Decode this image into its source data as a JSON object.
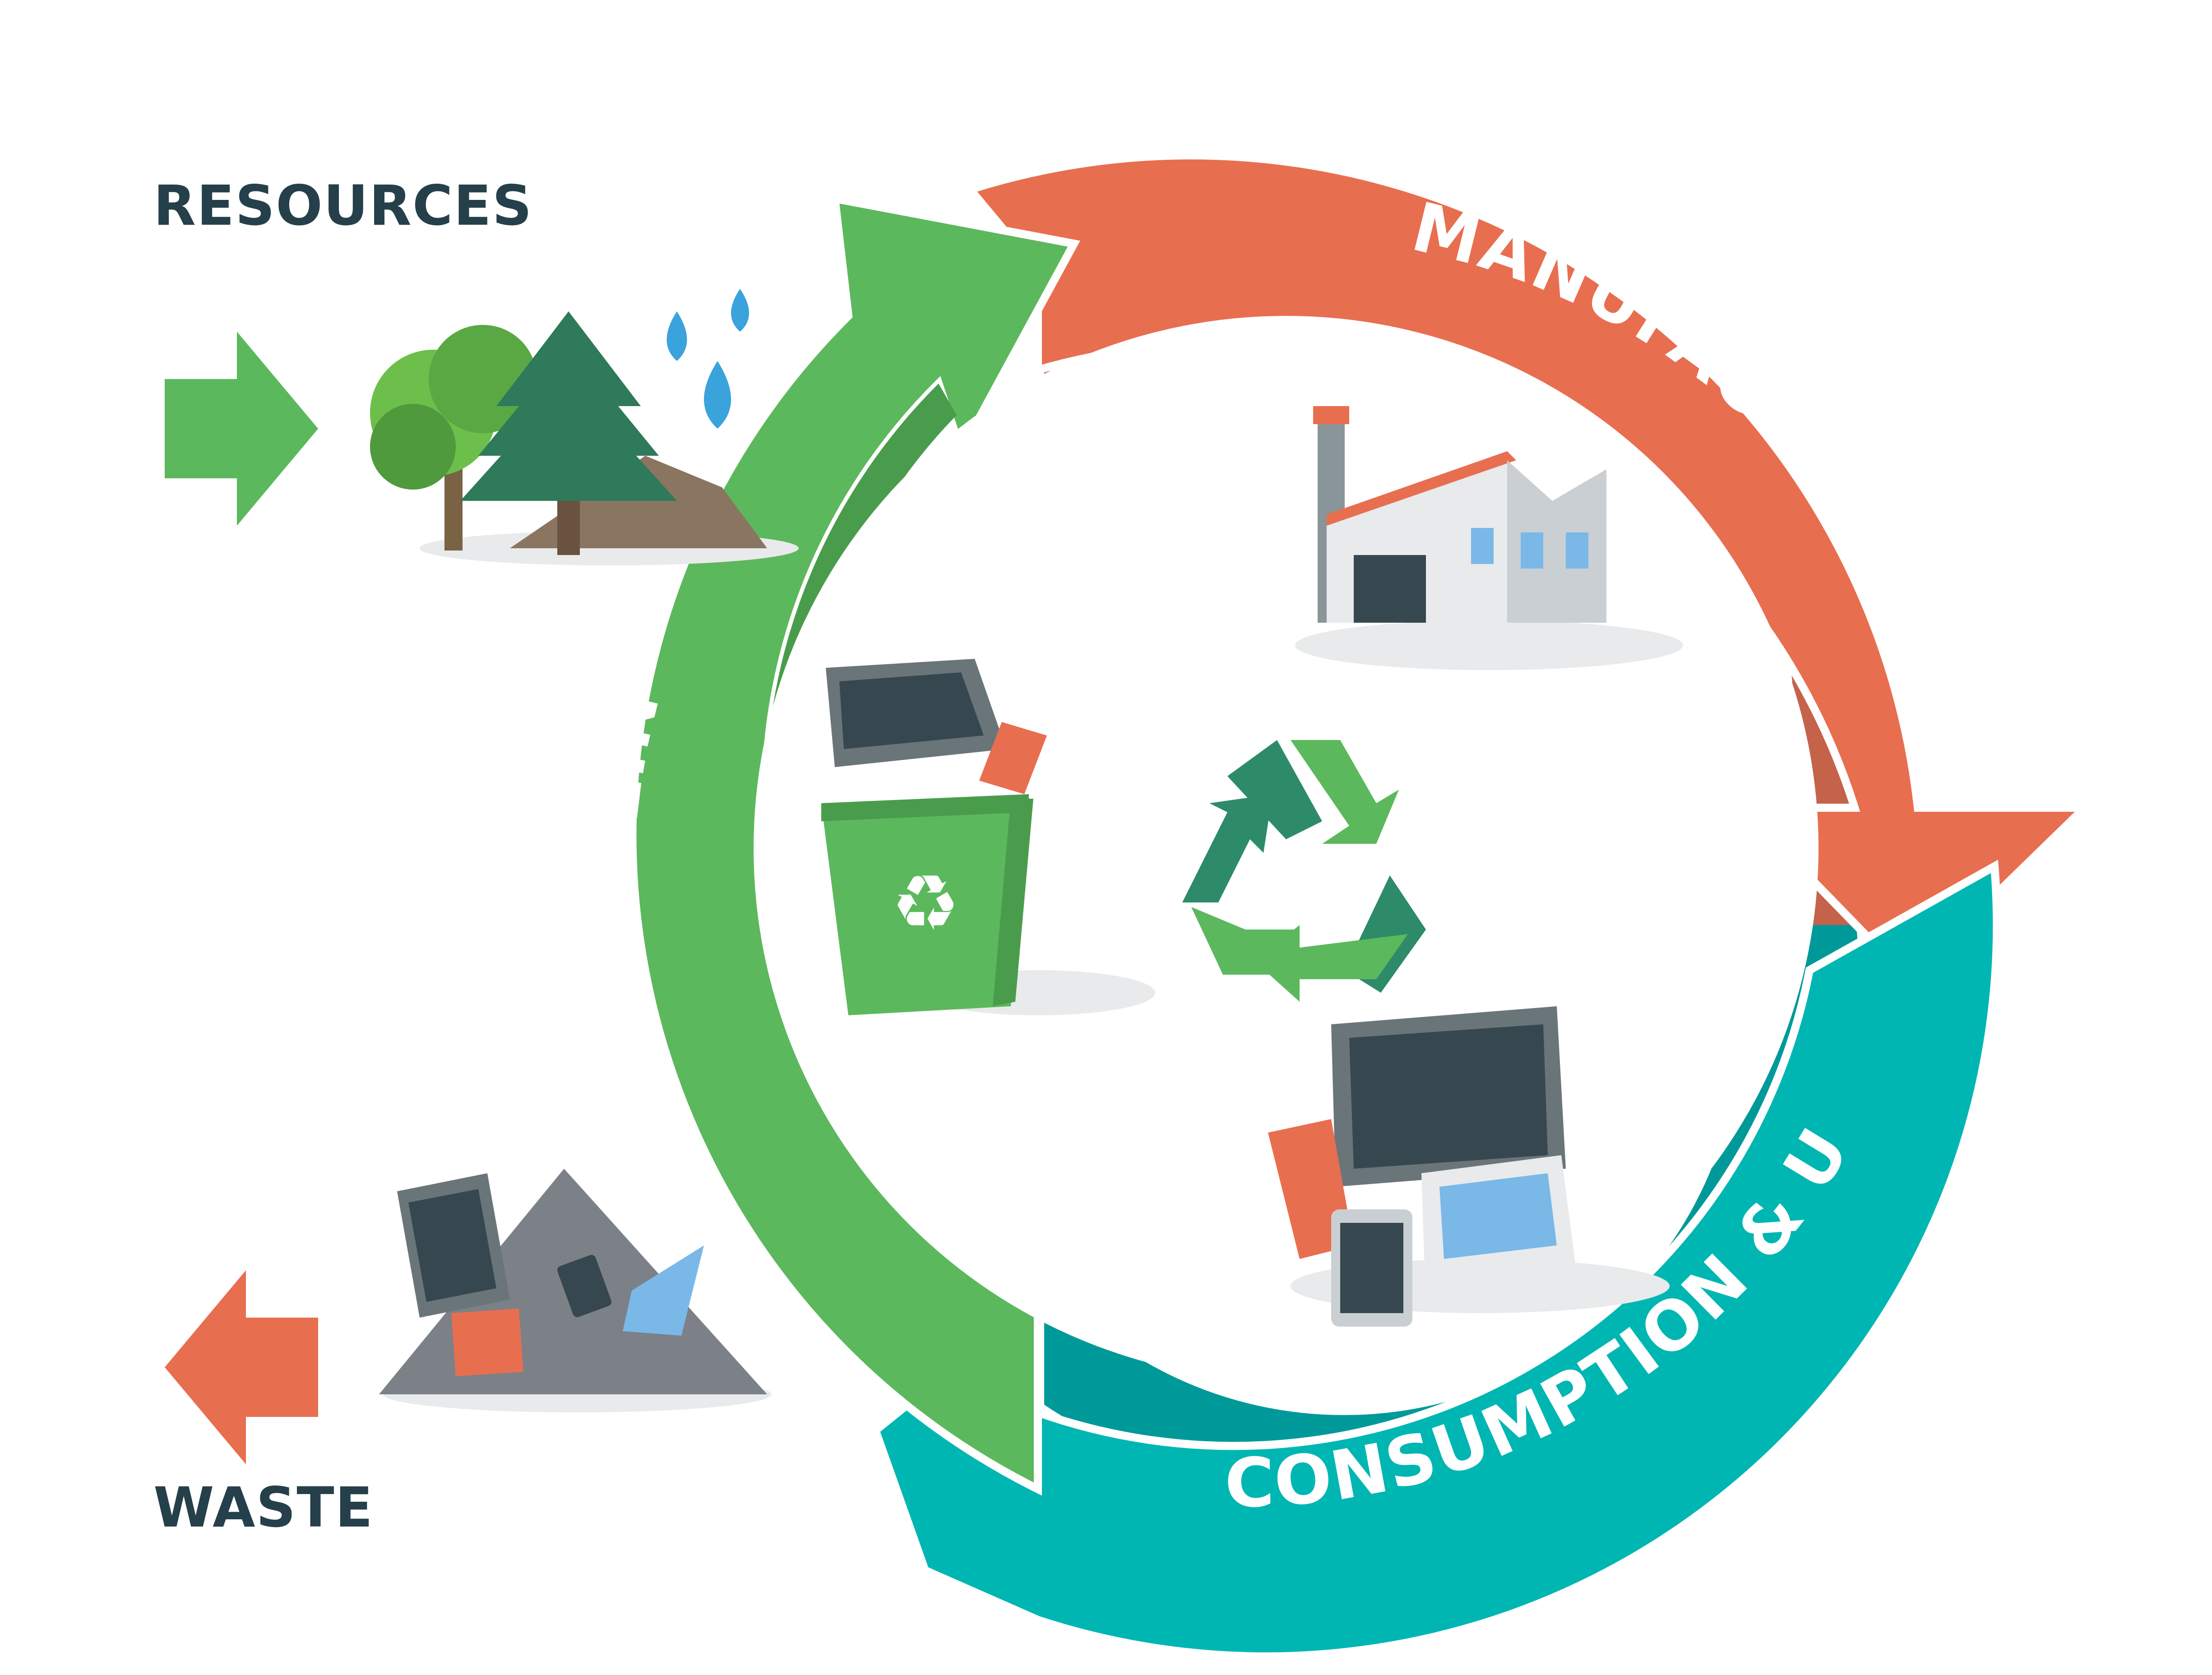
{
  "labels": {
    "resources": "RESOURCES",
    "waste": "WASTE",
    "manufacturing": "MANUFACTURING",
    "consumption": "CONSUMPTION & USE",
    "recycling": "RECYCLING"
  },
  "colors": {
    "heading": "#25404a",
    "manufacturing": "#e86e50",
    "manufacturing_shade": "#c4634a",
    "consumption": "#00b6b3",
    "consumption_shade": "#00999a",
    "recycling": "#5cb85c",
    "recycling_shade": "#4a9c4d"
  },
  "icons": {
    "resources": "trees-water-soil-icon",
    "factory": "factory-icon",
    "bin": "recycling-bin-icon",
    "symbol": "recycle-symbol-icon",
    "devices": "devices-icon",
    "waste": "waste-pile-icon"
  }
}
